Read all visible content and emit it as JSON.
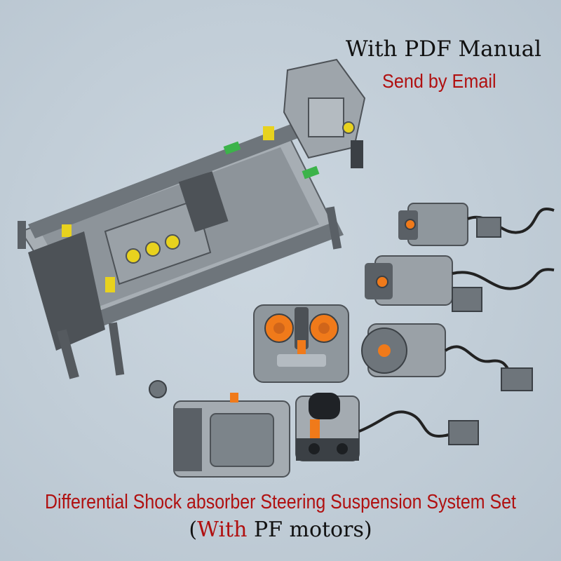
{
  "header": {
    "title": "With PDF Manual",
    "subtitle": "Send by Email"
  },
  "footer": {
    "caption": "Differential Shock absorber Steering Suspension System Set",
    "paren_open": "(",
    "with_word": "With",
    "rest": " PF motors)"
  },
  "colors": {
    "accent_red": "#b01010",
    "brick_gray": "#8f979d",
    "dark_gray": "#4d5257",
    "orange": "#f07a1a",
    "green": "#3cb34a",
    "yellow": "#e8d21e"
  },
  "icons": {
    "chassis": "technic-chassis-image",
    "motor": "pf-motor-image",
    "remote": "ir-remote-image",
    "battery": "battery-box-image",
    "receiver": "ir-receiver-image"
  }
}
